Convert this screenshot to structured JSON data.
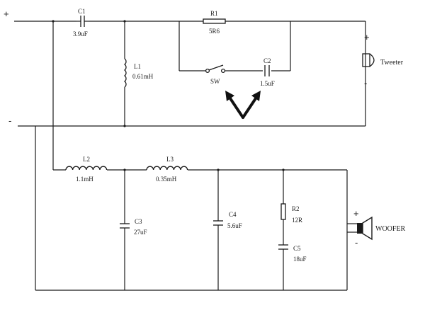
{
  "input": {
    "plus": "+",
    "minus": "-"
  },
  "components": {
    "c1": {
      "name": "C1",
      "value": "3.9uF"
    },
    "r1": {
      "name": "R1",
      "value": "5R6"
    },
    "sw": {
      "name": "SW"
    },
    "c2": {
      "name": "C2",
      "value": "1.5uF"
    },
    "l1": {
      "name": "L1",
      "value": "0.61mH"
    },
    "l2": {
      "name": "L2",
      "value": "1.1mH"
    },
    "l3": {
      "name": "L3",
      "value": "0.35mH"
    },
    "c3": {
      "name": "C3",
      "value": "27uF"
    },
    "c4": {
      "name": "C4",
      "value": "5.6uF"
    },
    "r2": {
      "name": "R2",
      "value": "12R"
    },
    "c5": {
      "name": "C5",
      "value": "18uF"
    }
  },
  "tweeter": {
    "label": "Tweeter",
    "plus": "+",
    "minus": "-"
  },
  "woofer": {
    "label": "WOOFER",
    "plus": "+",
    "minus": "-"
  },
  "colors": {
    "line": "#1a1a1a",
    "background": "#ffffff"
  },
  "icons": {
    "switch_callout": "chevron-up-arrows-icon"
  }
}
